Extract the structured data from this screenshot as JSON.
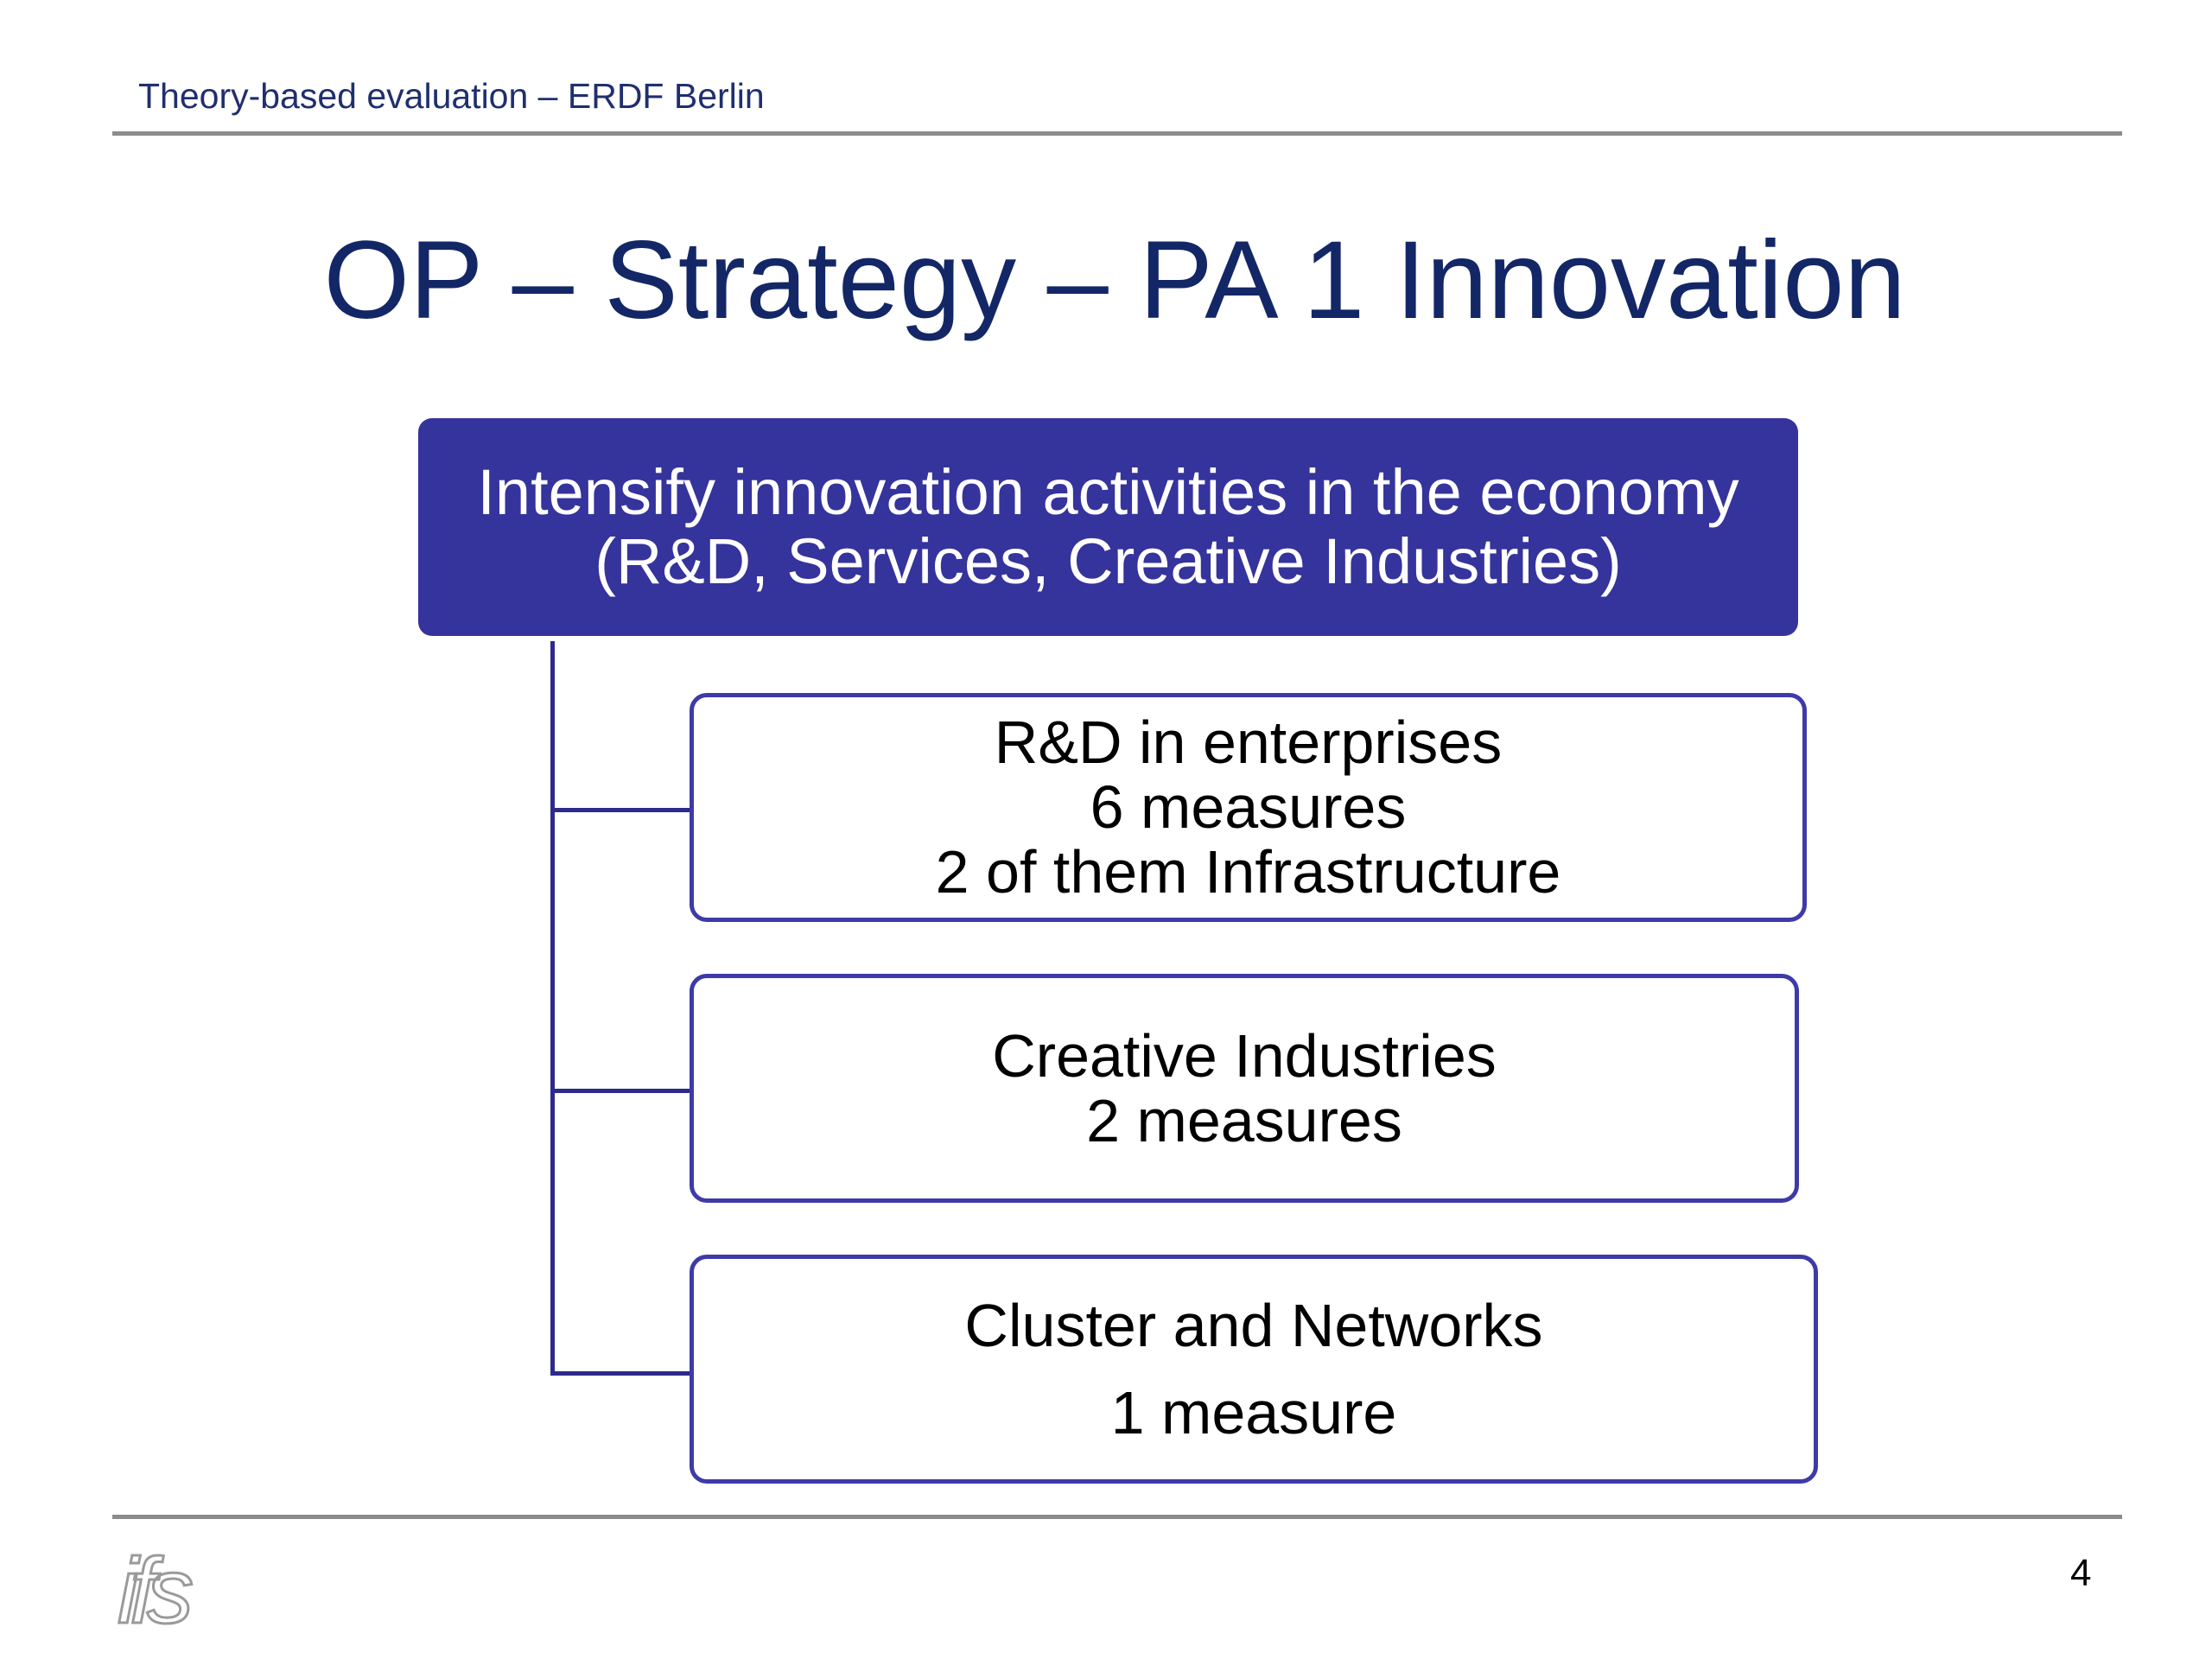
{
  "header": {
    "title": "Theory-based evaluation – ERDF Berlin"
  },
  "slide": {
    "title": "OP – Strategy – PA 1 Innovation",
    "page_number": "4"
  },
  "diagram": {
    "root": {
      "lines": [
        "Intensify innovation activities in the economy",
        "(R&D, Services, Creative Industries)"
      ]
    },
    "children": [
      {
        "lines": [
          "R&D in enterprises",
          "6 measures",
          "2 of them Infrastructure"
        ]
      },
      {
        "lines": [
          "Creative Industries",
          "2 measures"
        ]
      },
      {
        "lines": [
          "Cluster and Networks",
          "1 measure"
        ]
      }
    ]
  },
  "footer": {
    "logo": "ifs"
  },
  "colors": {
    "header_text": "#1f2f6e",
    "title_text": "#132767",
    "root_fill": "#35339c",
    "child_border": "#3e3aa8",
    "connector": "#2d2a8c",
    "rule": "#8c8c8c"
  }
}
